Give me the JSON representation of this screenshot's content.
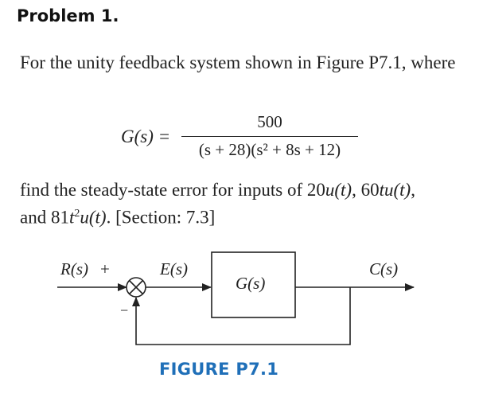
{
  "problem_heading": "Problem 1.",
  "intro_text": "For the unity feedback system shown in Figure P7.1, where",
  "transfer_function": {
    "lhs": "G(s) =",
    "numerator": "500",
    "denominator": "(s + 28)(s² + 8s + 12)"
  },
  "question": {
    "part1": "find the steady-state error for inputs of 20",
    "input1": "u(t)",
    "sep1": ", 60",
    "input2": "tu(t)",
    "sep2": ",",
    "part2": "and 81",
    "input3_base": "t",
    "input3_exp": "2",
    "input3_fn": "u(t)",
    "part3": ". [Section: 7.3]"
  },
  "block_diagram": {
    "input_label": "R(s)",
    "plus_sign": "+",
    "minus_sign": "−",
    "error_label": "E(s)",
    "block_label": "G(s)",
    "output_label": "C(s)"
  },
  "figure_caption": "FIGURE P7.1"
}
